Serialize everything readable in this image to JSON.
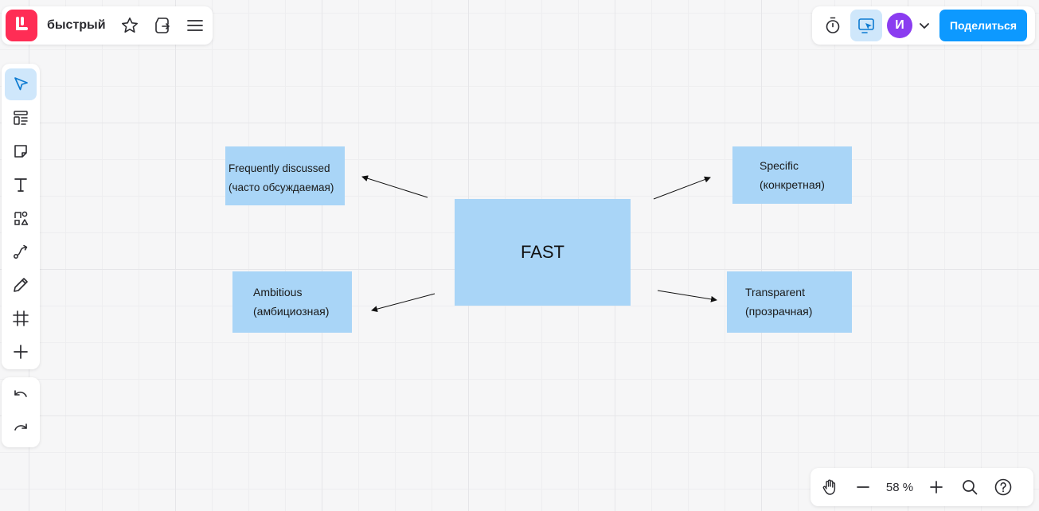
{
  "header": {
    "board_title": "быстрый",
    "share_label": "Поделиться",
    "avatar_initial": "И",
    "icons": [
      "logo-icon",
      "star-icon",
      "export-icon",
      "menu-icon",
      "timer-icon",
      "cursor-share-icon",
      "chevron-down-icon"
    ]
  },
  "toolbar": {
    "tools": [
      "select-tool-icon",
      "template-tool-icon",
      "sticky-note-tool-icon",
      "text-tool-icon",
      "shapes-tool-icon",
      "connector-tool-icon",
      "pen-tool-icon",
      "frame-tool-icon",
      "add-tool-icon"
    ],
    "active_tool": "select",
    "history": [
      "undo-icon",
      "redo-icon"
    ]
  },
  "canvas": {
    "center": "FAST",
    "notes": {
      "frequent": {
        "line1": "Frequently discussed",
        "line2": "(часто обсуждаемая)"
      },
      "specific": {
        "line1": "Specific",
        "line2": "(конкретная)"
      },
      "ambitious": {
        "line1": "Ambitious",
        "line2": "(амбициозная)"
      },
      "transparent": {
        "line1": "Transparent",
        "line2": "(прозрачная)"
      }
    },
    "note_color": "#a9d5f7"
  },
  "zoom": {
    "value": "58 %",
    "icons": [
      "hand-icon",
      "zoom-out-icon",
      "zoom-in-icon",
      "search-icon",
      "help-icon"
    ]
  },
  "colors": {
    "accent": "#0d99ff",
    "brand": "#ff2d55",
    "avatar": "#8a3cf0",
    "active_tool_bg": "#cfe7fb"
  }
}
